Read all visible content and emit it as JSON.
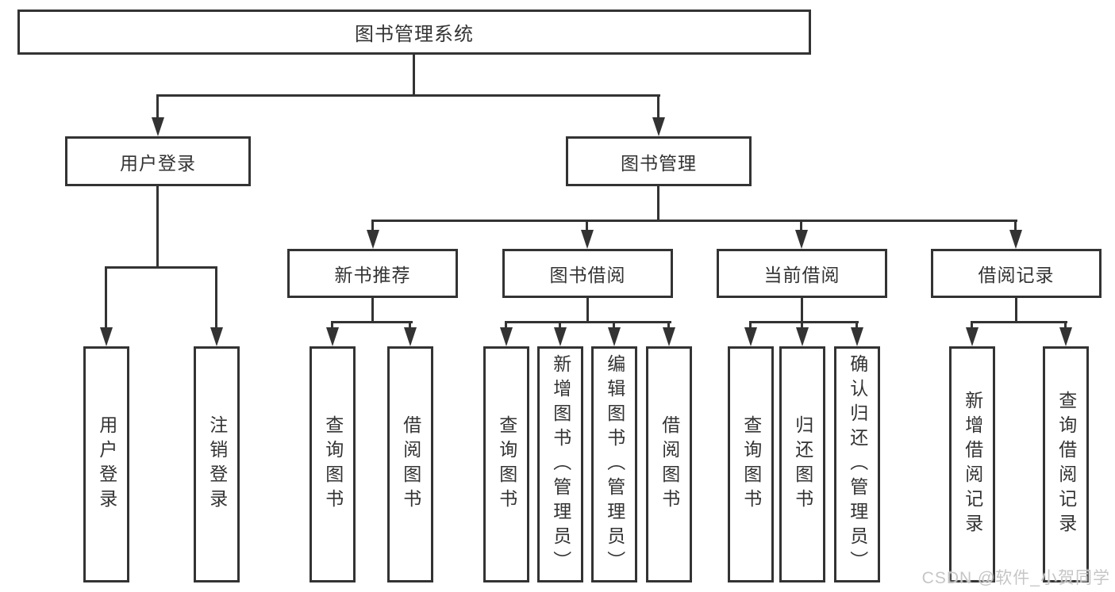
{
  "colors": {
    "line": "#333333",
    "text": "#333333",
    "watermark": "#c6c6c6",
    "background": "#ffffff"
  },
  "watermark": "CSDN @软件_小贺同学",
  "tree": {
    "root": {
      "label": "图书管理系统"
    },
    "branches": [
      {
        "label": "用户登录",
        "children": [
          {
            "label": "用户登录"
          },
          {
            "label": "注销登录"
          }
        ]
      },
      {
        "label": "图书管理",
        "children": [
          {
            "label": "新书推荐",
            "children": [
              {
                "label": "查询图书"
              },
              {
                "label": "借阅图书"
              }
            ]
          },
          {
            "label": "图书借阅",
            "children": [
              {
                "label": "查询图书"
              },
              {
                "label": "新增图书（管理员）"
              },
              {
                "label": "编辑图书（管理员）"
              },
              {
                "label": "借阅图书"
              }
            ]
          },
          {
            "label": "当前借阅",
            "children": [
              {
                "label": "查询图书"
              },
              {
                "label": "归还图书"
              },
              {
                "label": "确认归还（管理员）"
              }
            ]
          },
          {
            "label": "借阅记录",
            "children": [
              {
                "label": "新增借阅记录"
              },
              {
                "label": "查询借阅记录"
              }
            ]
          }
        ]
      }
    ]
  }
}
